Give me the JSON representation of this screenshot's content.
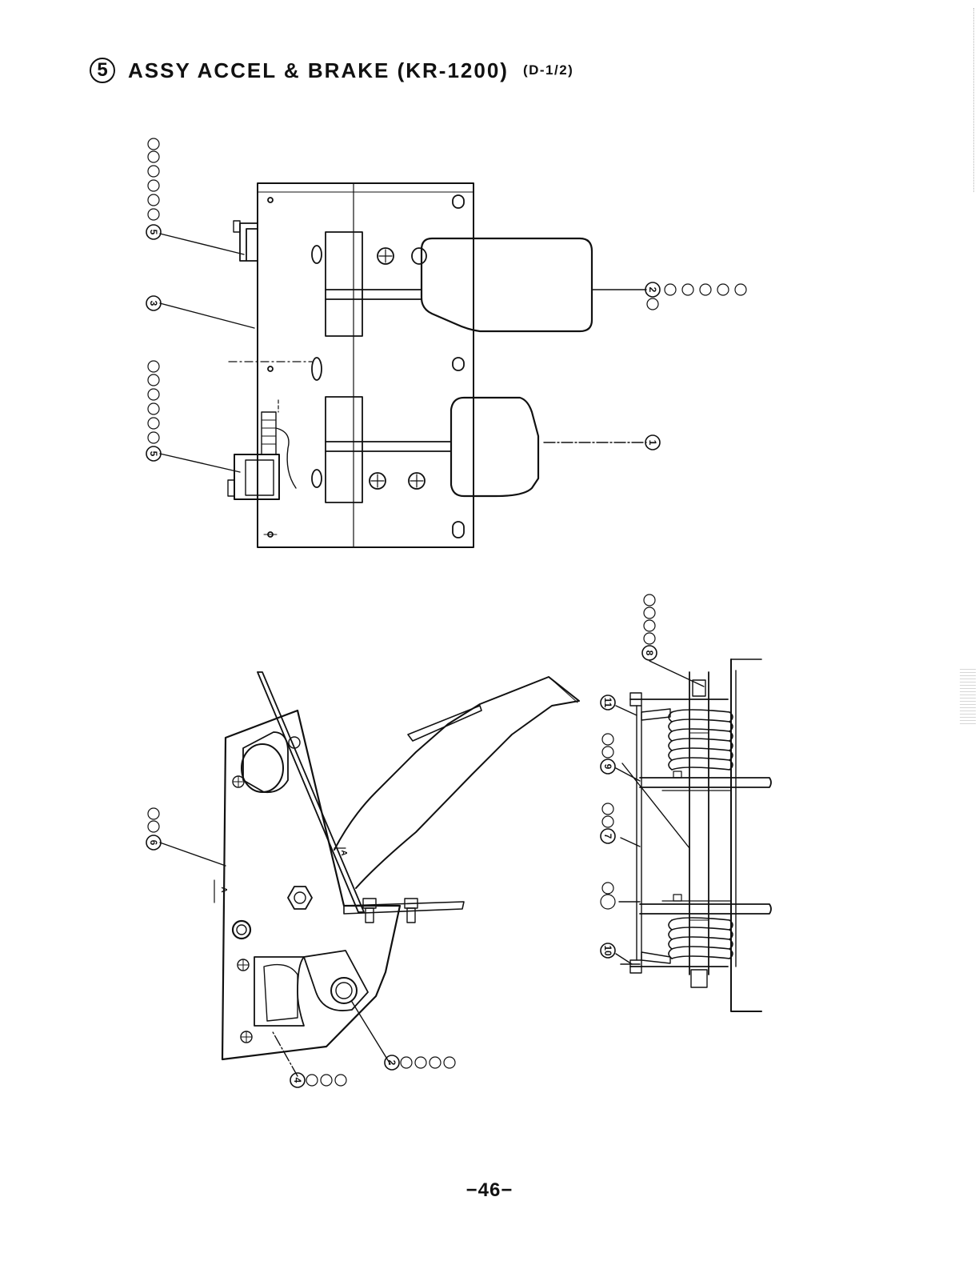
{
  "header": {
    "section_number": "5",
    "title": "ASSY ACCEL & BRAKE (KR-1200)",
    "sheet": "(D-1/2)"
  },
  "footer": {
    "page_number": "−46−"
  },
  "callouts": {
    "top_view": {
      "bracket_upper": "5",
      "base_plate": "3",
      "bracket_lower": "5",
      "accel_pedal": "2",
      "brake_pedal": "1"
    },
    "side_view": {
      "bracket": "6",
      "pivot": "2",
      "stop": "4"
    },
    "section_view": {
      "bolt": "8",
      "spring_right": "11",
      "shaft": "9",
      "plate": "7",
      "spring_left": "10"
    }
  }
}
